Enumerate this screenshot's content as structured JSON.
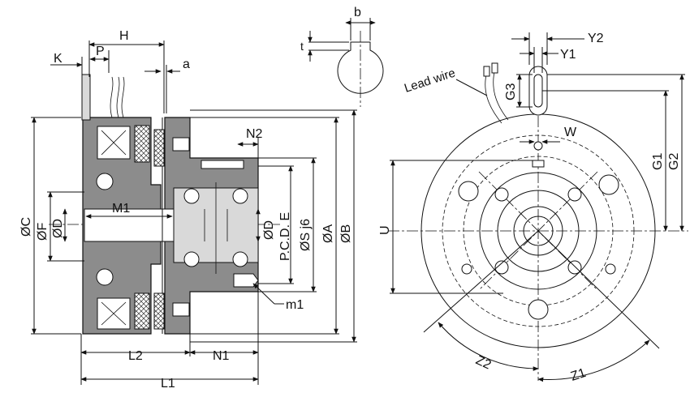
{
  "labels": {
    "H": "H",
    "K": "K",
    "P": "P",
    "a": "a",
    "b": "b",
    "t": "t",
    "N2": "N2",
    "M1": "M1",
    "OC": "ØC",
    "OF": "ØF",
    "OD_left": "ØD",
    "OD_right": "ØD",
    "PCD": "P.C.D. E",
    "OS": "ØS j6",
    "OA": "ØA",
    "OB": "ØB",
    "m1": "m1",
    "L2": "L2",
    "N1": "N1",
    "L1": "L1",
    "Y2": "Y2",
    "Y1": "Y1",
    "G3": "G3",
    "lead": "Lead wire",
    "W": "W",
    "G1": "G1",
    "G2": "G2",
    "U": "U",
    "Z2": "Z2",
    "Z1": "Z1"
  }
}
